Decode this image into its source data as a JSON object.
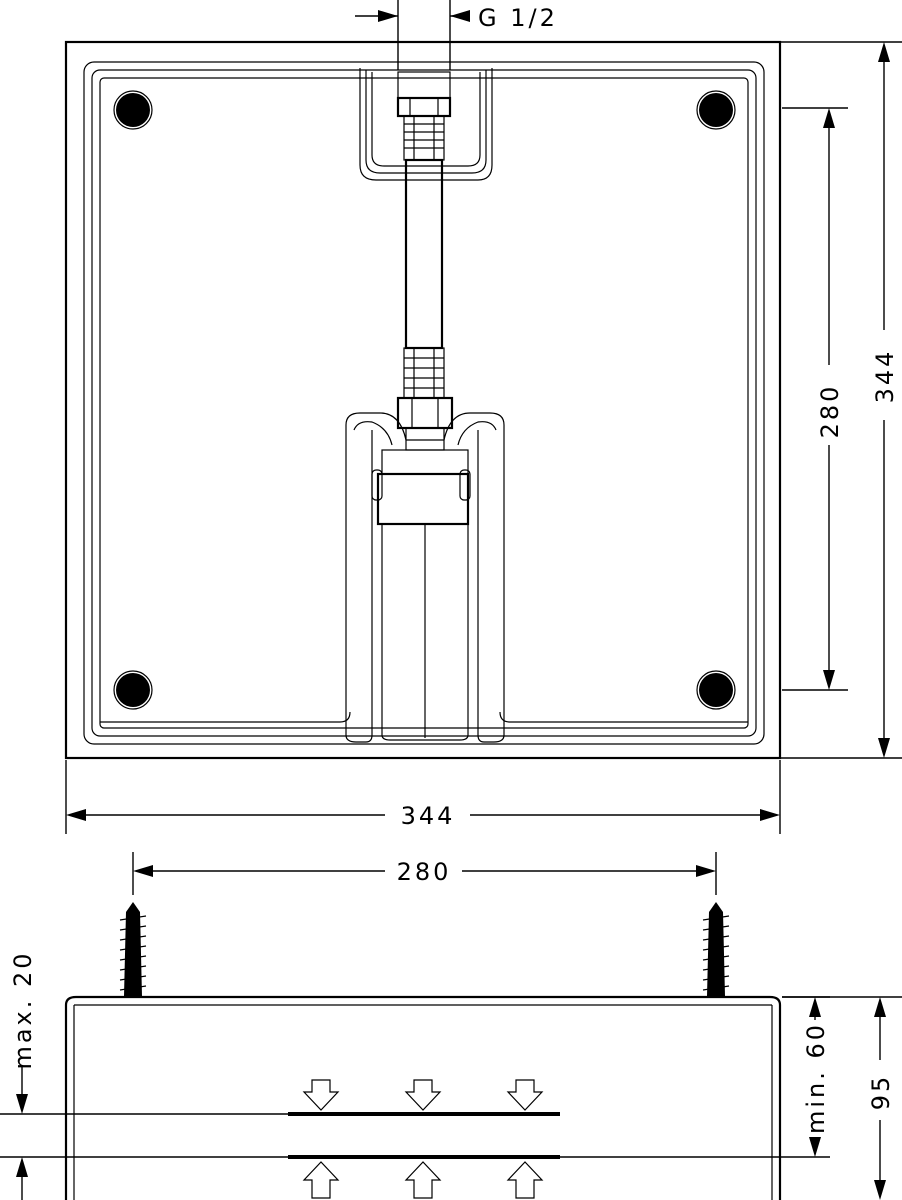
{
  "labels": {
    "thread": "G 1/2",
    "height_total": "344",
    "width_total": "344",
    "hole_spacing_vertical": "280",
    "hole_spacing_horizontal": "280",
    "side_height": "95",
    "min_depth": "min. 60",
    "max_adjust": "max. 20"
  },
  "colors": {
    "line": "#000000",
    "background": "#ffffff"
  }
}
